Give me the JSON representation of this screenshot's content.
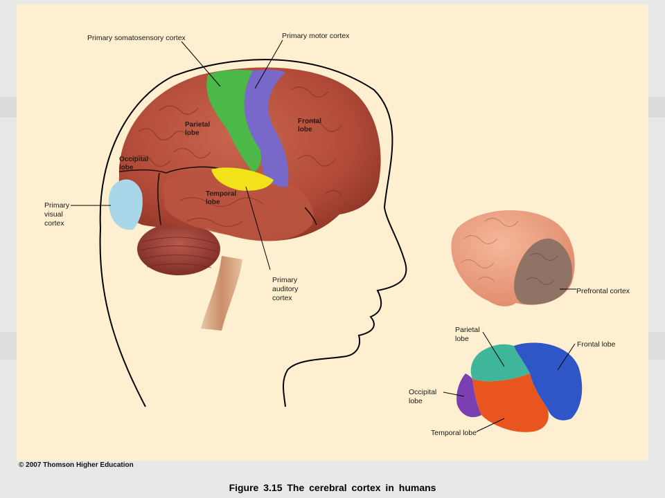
{
  "labels": {
    "primary_somatosensory_cortex": "Primary somatosensory cortex",
    "primary_motor_cortex": "Primary motor cortex",
    "parietal_lobe_main": [
      "Parietal",
      "lobe"
    ],
    "frontal_lobe_main": [
      "Frontal",
      "lobe"
    ],
    "occipital_lobe_main": [
      "Occipital",
      "lobe"
    ],
    "temporal_lobe_main": [
      "Temporal",
      "lobe"
    ],
    "primary_visual_cortex": [
      "Primary",
      "visual",
      "cortex"
    ],
    "primary_auditory_cortex": [
      "Primary",
      "auditory",
      "cortex"
    ],
    "prefrontal_cortex": "Prefrontal cortex",
    "parietal_lobe_small": [
      "Parietal",
      "lobe"
    ],
    "frontal_lobe_small": "Frontal lobe",
    "occipital_lobe_small": [
      "Occipital",
      "lobe"
    ],
    "temporal_lobe_small": "Temporal lobe"
  },
  "copyright": "© 2007 Thomson Higher Education",
  "caption": "Figure 3.15  The cerebral cortex in humans",
  "colors": {
    "panel_bg": "#fdefcf",
    "cortex": "#b8523f",
    "somatosensory": "#4cb848",
    "motor": "#7768c9",
    "visual": "#a9d6e8",
    "auditory": "#f2e21a",
    "prefrontal": "#8f7466",
    "parietal_small": "#3fb59a",
    "frontal_small": "#2f56c6",
    "occipital_small": "#7a3fb0",
    "temporal_small": "#e8551f"
  }
}
